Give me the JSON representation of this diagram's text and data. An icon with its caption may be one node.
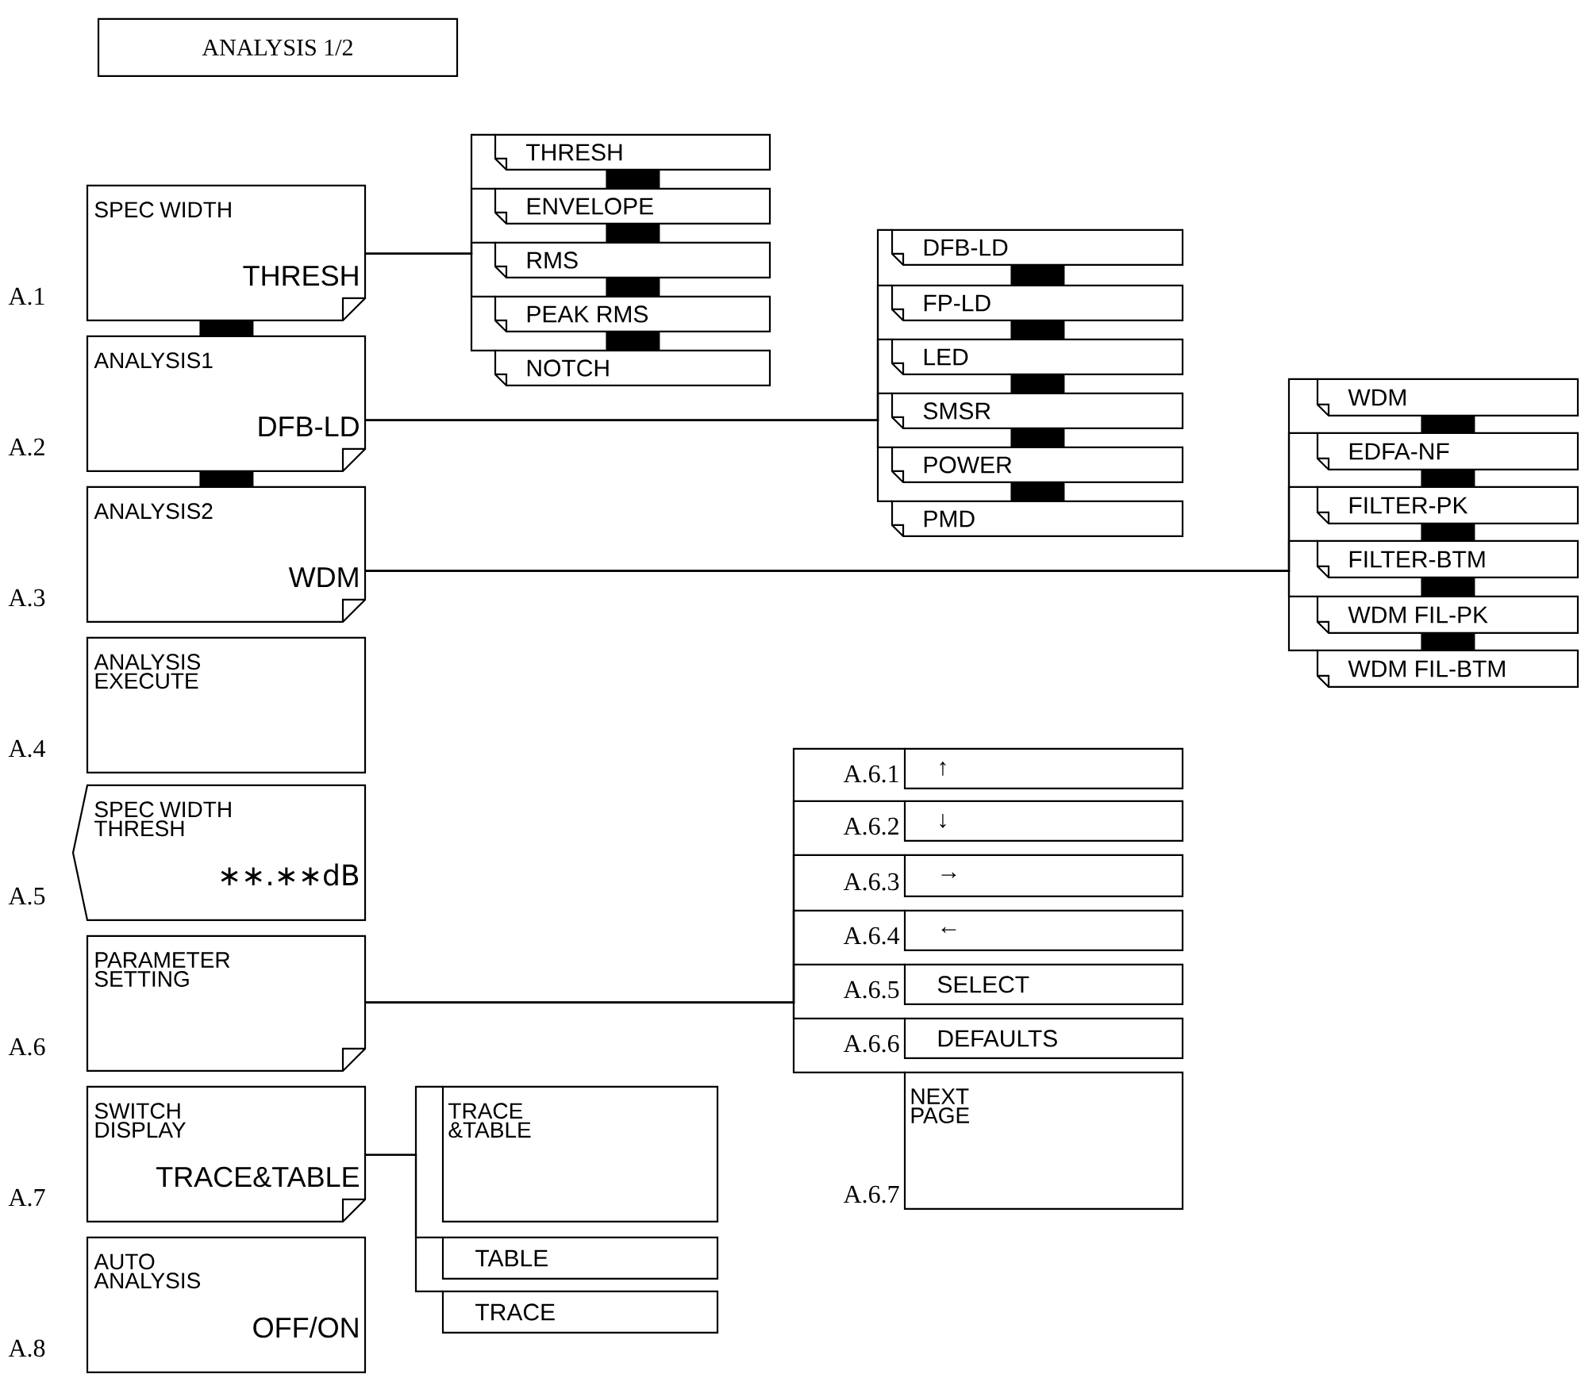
{
  "diagram": {
    "nodes": [
      {
        "text": [
          "ANALYSIS 1/2"
        ]
      },
      {
        "text": [
          "SPEC WIDTH",
          "THRESH"
        ],
        "beside": [
          "A.1"
        ]
      },
      {
        "text": [
          "ANALYSIS1",
          "DFB-LD"
        ],
        "beside": [
          "A.2"
        ]
      },
      {
        "text": [
          "ANALYSIS2",
          "WDM"
        ],
        "beside": [
          "A.3"
        ]
      },
      {
        "text": [
          "ANALYSIS EXECUTE"
        ],
        "beside": [
          "A.4"
        ]
      },
      {
        "text": [
          "SPEC WIDTH THRESH",
          "∗∗.∗∗dB"
        ],
        "beside": [
          "A.5"
        ]
      },
      {
        "text": [
          "PARAMETER SETTING"
        ],
        "beside": [
          "A.6"
        ]
      },
      {
        "text": [
          "SWITCH DISPLAY",
          "TRACE&TABLE"
        ],
        "beside": [
          "A.7"
        ]
      },
      {
        "text": [
          "AUTO ANALYSIS",
          "OFF/ON"
        ],
        "beside": [
          "A.8"
        ]
      },
      {
        "text": [
          "THRESH"
        ]
      },
      {
        "text": [
          "ENVELOPE"
        ]
      },
      {
        "text": [
          "RMS"
        ]
      },
      {
        "text": [
          "PEAK RMS"
        ]
      },
      {
        "text": [
          "NOTCH"
        ]
      },
      {
        "text": [
          "DFB-LD"
        ]
      },
      {
        "text": [
          "FP-LD"
        ]
      },
      {
        "text": [
          "LED"
        ]
      },
      {
        "text": [
          "SMSR"
        ]
      },
      {
        "text": [
          "POWER"
        ]
      },
      {
        "text": [
          "PMD"
        ]
      },
      {
        "text": [
          "WDM"
        ]
      },
      {
        "text": [
          "EDFA-NF"
        ]
      },
      {
        "text": [
          "FILTER-PK"
        ]
      },
      {
        "text": [
          "FILTER-BTM"
        ]
      },
      {
        "text": [
          "WDM FIL-PK"
        ]
      },
      {
        "text": [
          "WDM FIL-BTM"
        ]
      },
      {
        "text": [
          "↑"
        ],
        "beside": [
          "A.6.1"
        ]
      },
      {
        "text": [
          "↓"
        ],
        "beside": [
          "A.6.2"
        ]
      },
      {
        "text": [
          "→"
        ],
        "beside": [
          "A.6.3"
        ]
      },
      {
        "text": [
          "←"
        ],
        "beside": [
          "A.6.4"
        ]
      },
      {
        "text": [
          "SELECT"
        ],
        "beside": [
          "A.6.5"
        ]
      },
      {
        "text": [
          "DEFAULTS"
        ],
        "beside": [
          "A.6.6"
        ]
      },
      {
        "text": [
          "NEXT PAGE"
        ],
        "beside": [
          "A.6.7"
        ]
      },
      {
        "text": [
          "TRACE &TABLE"
        ]
      },
      {
        "text": [
          "TABLE"
        ]
      },
      {
        "text": [
          "TRACE"
        ]
      }
    ],
    "edges": [
      {
        "from": 1,
        "to": 2,
        "arrow": "none",
        "style": "thick"
      },
      {
        "from": 2,
        "to": 3,
        "arrow": "none",
        "style": "thick"
      },
      {
        "from": 9,
        "to": 10,
        "arrow": "none",
        "style": "thick"
      },
      {
        "from": 10,
        "to": 11,
        "arrow": "none",
        "style": "thick"
      },
      {
        "from": 11,
        "to": 12,
        "arrow": "none",
        "style": "thick"
      },
      {
        "from": 12,
        "to": 13,
        "arrow": "none",
        "style": "thick"
      },
      {
        "from": 14,
        "to": 15,
        "arrow": "none",
        "style": "thick"
      },
      {
        "from": 15,
        "to": 16,
        "arrow": "none",
        "style": "thick"
      },
      {
        "from": 16,
        "to": 17,
        "arrow": "none",
        "style": "thick"
      },
      {
        "from": 17,
        "to": 18,
        "arrow": "none",
        "style": "thick"
      },
      {
        "from": 18,
        "to": 19,
        "arrow": "none",
        "style": "thick"
      },
      {
        "from": 20,
        "to": 21,
        "arrow": "none",
        "style": "thick"
      },
      {
        "from": 21,
        "to": 22,
        "arrow": "none",
        "style": "thick"
      },
      {
        "from": 22,
        "to": 23,
        "arrow": "none",
        "style": "thick"
      },
      {
        "from": 23,
        "to": 24,
        "arrow": "none",
        "style": "thick"
      },
      {
        "from": 24,
        "to": 25,
        "arrow": "none",
        "style": "thick"
      },
      {
        "from": 1,
        "to": 9,
        "arrow": "none"
      },
      {
        "from": 1,
        "to": 10,
        "arrow": "none"
      },
      {
        "from": 1,
        "to": 11,
        "arrow": "none"
      },
      {
        "from": 1,
        "to": 12,
        "arrow": "none"
      },
      {
        "from": 1,
        "to": 13,
        "arrow": "none"
      },
      {
        "from": 2,
        "to": 14,
        "arrow": "none"
      },
      {
        "from": 2,
        "to": 15,
        "arrow": "none"
      },
      {
        "from": 2,
        "to": 16,
        "arrow": "none"
      },
      {
        "from": 2,
        "to": 17,
        "arrow": "none"
      },
      {
        "from": 2,
        "to": 18,
        "arrow": "none"
      },
      {
        "from": 2,
        "to": 19,
        "arrow": "none"
      },
      {
        "from": 3,
        "to": 20,
        "arrow": "none"
      },
      {
        "from": 3,
        "to": 21,
        "arrow": "none"
      },
      {
        "from": 3,
        "to": 22,
        "arrow": "none"
      },
      {
        "from": 3,
        "to": 23,
        "arrow": "none"
      },
      {
        "from": 3,
        "to": 24,
        "arrow": "none"
      },
      {
        "from": 3,
        "to": 25,
        "arrow": "none"
      },
      {
        "from": 6,
        "to": 26,
        "arrow": "none"
      },
      {
        "from": 6,
        "to": 27,
        "arrow": "none"
      },
      {
        "from": 6,
        "to": 28,
        "arrow": "none"
      },
      {
        "from": 6,
        "to": 29,
        "arrow": "none"
      },
      {
        "from": 6,
        "to": 30,
        "arrow": "none"
      },
      {
        "from": 6,
        "to": 31,
        "arrow": "none"
      },
      {
        "from": 6,
        "to": 32,
        "arrow": "none"
      },
      {
        "from": 7,
        "to": 33,
        "arrow": "none"
      },
      {
        "from": 7,
        "to": 34,
        "arrow": "none"
      },
      {
        "from": 7,
        "to": 35,
        "arrow": "none"
      }
    ]
  }
}
